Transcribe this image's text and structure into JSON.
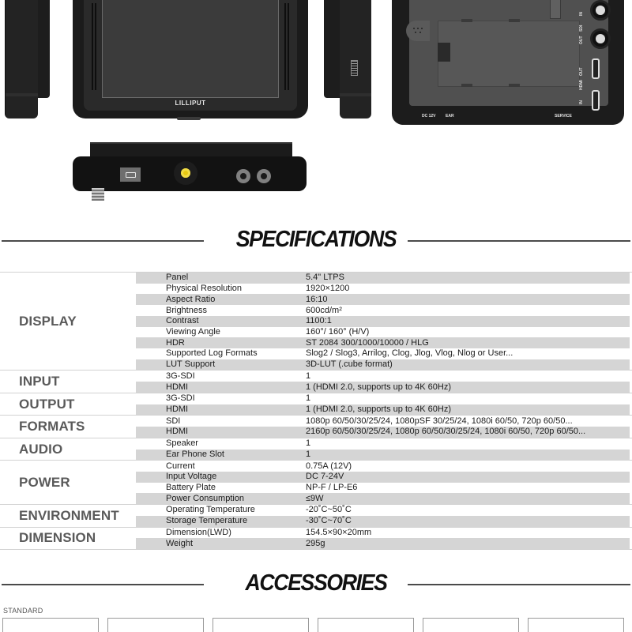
{
  "product_images": {
    "front_brand": "LILLIPUT",
    "back_labels": {
      "dc": "DC 12V",
      "ear": "EAR",
      "service": "SERVICE",
      "sdi_in": "IN",
      "sdi": "SDI",
      "sdi_out": "OUT",
      "hdmi_out": "OUT",
      "hdmi": "HDMI",
      "hdmi_in": "IN"
    },
    "views": [
      "left-side-view",
      "front-view",
      "right-side-view",
      "back-view",
      "bottom-view"
    ]
  },
  "specifications": {
    "title": "SPECIFICATIONS",
    "groups": [
      {
        "category": "DISPLAY",
        "rows": [
          {
            "param": "Panel",
            "value": "5.4\" LTPS",
            "shade": true
          },
          {
            "param": "Physical Resolution",
            "value": "1920×1200",
            "shade": false
          },
          {
            "param": "Aspect Ratio",
            "value": "16:10",
            "shade": true
          },
          {
            "param": "Brightness",
            "value": "600cd/m²",
            "shade": false
          },
          {
            "param": "Contrast",
            "value": "1100:1",
            "shade": true
          },
          {
            "param": "Viewing Angle",
            "value": "160°/ 160° (H/V)",
            "shade": false
          },
          {
            "param": "HDR",
            "value": "ST 2084 300/1000/10000 / HLG",
            "shade": true
          },
          {
            "param": "Supported Log Formats",
            "value": "Slog2 / Slog3, Arrilog, Clog, Jlog, Vlog, Nlog or User...",
            "shade": false
          },
          {
            "param": "LUT Support",
            "value": "3D-LUT (.cube format)",
            "shade": true
          }
        ]
      },
      {
        "category": "INPUT",
        "rows": [
          {
            "param": "3G-SDI",
            "value": "1",
            "shade": false
          },
          {
            "param": "HDMI",
            "value": "1 (HDMI 2.0, supports up to 4K 60Hz)",
            "shade": true
          }
        ]
      },
      {
        "category": "OUTPUT",
        "rows": [
          {
            "param": "3G-SDI",
            "value": "1",
            "shade": false
          },
          {
            "param": "HDMI",
            "value": "1 (HDMI 2.0, supports up to 4K 60Hz)",
            "shade": true
          }
        ]
      },
      {
        "category": "FORMATS",
        "rows": [
          {
            "param": "SDI",
            "value": "1080p 60/50/30/25/24, 1080pSF 30/25/24, 1080i 60/50, 720p 60/50...",
            "shade": false
          },
          {
            "param": "HDMI",
            "value": "2160p 60/50/30/25/24, 1080p 60/50/30/25/24, 1080i 60/50, 720p 60/50...",
            "shade": true
          }
        ]
      },
      {
        "category": "AUDIO",
        "rows": [
          {
            "param": "Speaker",
            "value": "1",
            "shade": false
          },
          {
            "param": "Ear Phone Slot",
            "value": "1",
            "shade": true
          }
        ]
      },
      {
        "category": "POWER",
        "rows": [
          {
            "param": "Current",
            "value": "0.75A (12V)",
            "shade": false
          },
          {
            "param": "Input Voltage",
            "value": "DC 7-24V",
            "shade": true
          },
          {
            "param": "Battery Plate",
            "value": "NP-F / LP-E6",
            "shade": false
          },
          {
            "param": "Power Consumption",
            "value": "≤9W",
            "shade": true
          }
        ]
      },
      {
        "category": "ENVIRONMENT",
        "rows": [
          {
            "param": "Operating Temperature",
            "value": "-20˚C~50˚C",
            "shade": false
          },
          {
            "param": "Storage Temperature",
            "value": "-30˚C~70˚C",
            "shade": true
          }
        ]
      },
      {
        "category": "DIMENSION",
        "rows": [
          {
            "param": "Dimension(LWD)",
            "value": "154.5×90×20mm",
            "shade": false
          },
          {
            "param": "Weight",
            "value": "295g",
            "shade": true
          }
        ]
      }
    ]
  },
  "accessories": {
    "title": "ACCESSORIES",
    "standard_label": "STANDARD",
    "box_count": 6
  },
  "colors": {
    "row_shade": "#d5d5d5",
    "category_text": "#5a5a5a",
    "heading_text": "#111111",
    "rule": "#4a4a4a"
  }
}
